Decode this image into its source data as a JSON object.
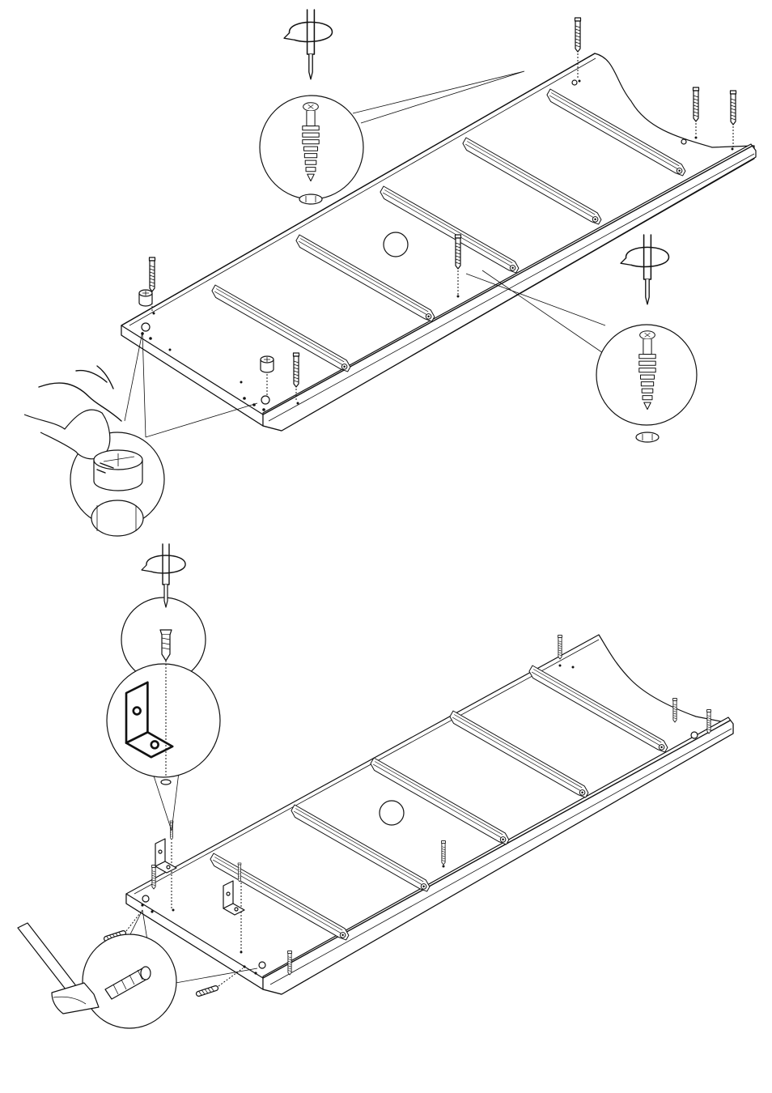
{
  "document": {
    "type": "assembly-instruction-page",
    "colors": {
      "line": "#111111",
      "paper": "#ffffff"
    },
    "steps": [
      {
        "panel": "bottom-panel-with-drawer-runners",
        "runners": 5,
        "fittings": [
          "cam-lock-bolt",
          "cam-lock-bolt",
          "cam-lock-bolt",
          "cam-lock-bolt",
          "cam-lock-bolt",
          "cam-lock-bolt"
        ],
        "insets": [
          "screwdriver-turning-cam-bolt",
          "screwdriver-turning-cam-bolt",
          "finger-pressing-cam-lock"
        ]
      },
      {
        "panel": "bottom-panel-with-drawer-runners",
        "runners": 5,
        "fittings": [
          "l-bracket",
          "l-bracket",
          "wooden-dowel",
          "wooden-dowel"
        ],
        "insets": [
          "screwdriver-fixing-l-bracket",
          "hammer-driving-dowel"
        ]
      }
    ]
  }
}
